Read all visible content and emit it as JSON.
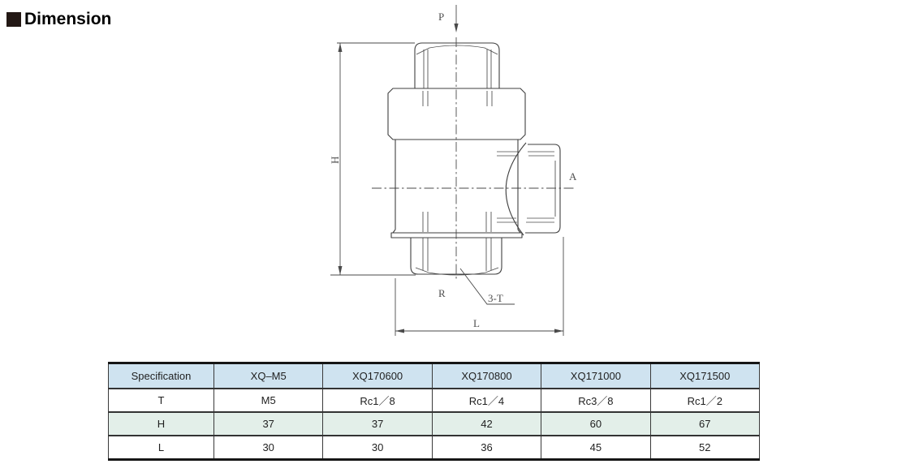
{
  "header": {
    "title": "Dimension",
    "bullet_color": "#231815"
  },
  "drawing": {
    "line_color": "#3f3f3f",
    "labels": {
      "p": "P",
      "a": "A",
      "h": "H",
      "l": "L",
      "r": "R",
      "three_t": "3-T"
    }
  },
  "table": {
    "header_bg": "#cfe3f0",
    "tinted_row_bg": "#e3efe9",
    "columns": [
      "Specification",
      "XQ–M5",
      "XQ170600",
      "XQ170800",
      "XQ171000",
      "XQ171500"
    ],
    "rows": [
      {
        "label": "T",
        "values": [
          "M5",
          "Rc1／8",
          "Rc1／4",
          "Rc3／8",
          "Rc1／2"
        ]
      },
      {
        "label": "H",
        "values": [
          "37",
          "37",
          "42",
          "60",
          "67"
        ]
      },
      {
        "label": "L",
        "values": [
          "30",
          "30",
          "36",
          "45",
          "52"
        ]
      }
    ]
  }
}
